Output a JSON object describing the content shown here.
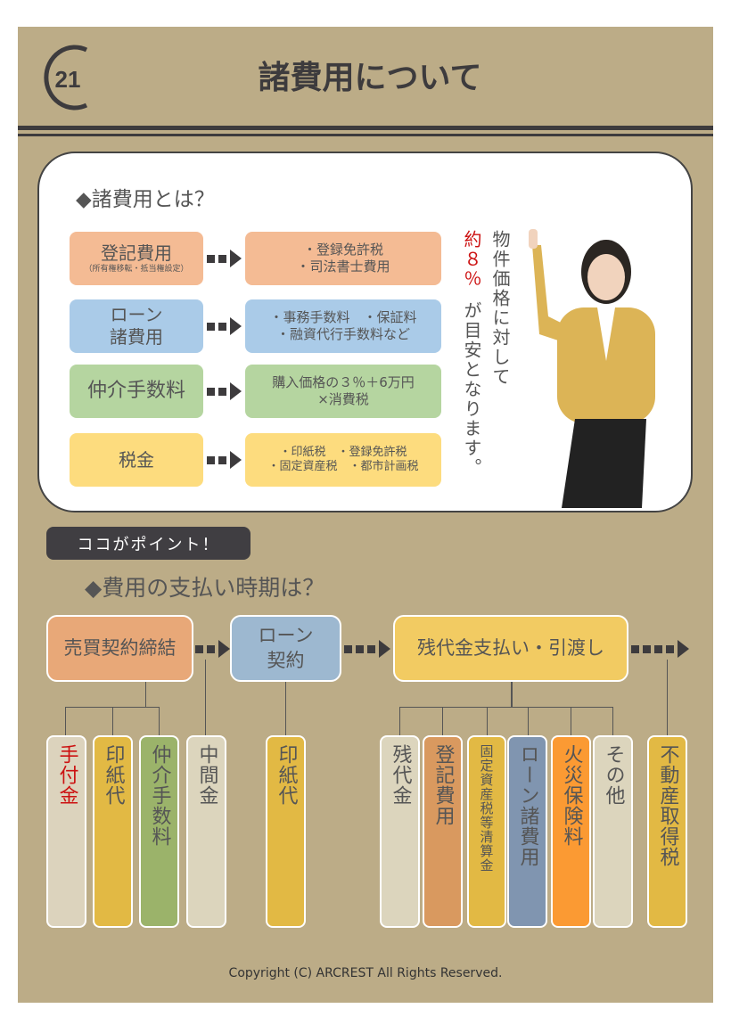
{
  "header": {
    "logo_text": "21",
    "title": "諸費用について"
  },
  "section1": {
    "heading": "◆諸費用とは？",
    "rows": [
      {
        "label": "登記費用",
        "sub": "（所有権移転・抵当権設定）",
        "detail": [
          "・登録免許税",
          "・司法書士費用"
        ],
        "color": "#f4bb94"
      },
      {
        "label": "ローン",
        "sub": "諸費用",
        "detail": [
          "・事務手数料　・保証料",
          "・融資代行手数料など"
        ],
        "color": "#aacbe8"
      },
      {
        "label": "仲介手数料",
        "sub": "",
        "detail": [
          "購入価格の３％＋6万円",
          "×消費税"
        ],
        "color": "#b5d5a0"
      },
      {
        "label": "税金",
        "sub": "",
        "detail": [
          "・印紙税　・登録免許税",
          "・固定資産税　・都市計画税"
        ],
        "color": "#fddc7e"
      }
    ],
    "note_red": "約８％",
    "note_suffix": "が目安となります。",
    "note_col1": "物件価格に対して"
  },
  "point_badge": "ココがポイント！",
  "section2": {
    "heading": "◆費用の支払い時期は？",
    "stages": [
      {
        "label": "売買契約締結",
        "color": "#e8a878"
      },
      {
        "label": "ローン\n契約",
        "color": "#9db8d0"
      },
      {
        "label": "残代金支払い・引渡し",
        "color": "#f2cb62"
      }
    ],
    "items": [
      {
        "label": "手付金",
        "color": "#dcd3bd",
        "text_color": "#cc1111"
      },
      {
        "label": "印紙代",
        "color": "#e2b944"
      },
      {
        "label": "仲介手数料",
        "color": "#9bb36a"
      },
      {
        "label": "中間金",
        "color": "#dcd5bd"
      },
      {
        "label": "印紙代",
        "color": "#e2b944"
      },
      {
        "label": "残代金",
        "color": "#dcd5bd"
      },
      {
        "label": "登記費用",
        "color": "#d9995f"
      },
      {
        "label": "固定資産税等清算金",
        "color": "#e2b944"
      },
      {
        "label": "ローン諸費用",
        "color": "#8095b0"
      },
      {
        "label": "火災保険料",
        "color": "#fb9a33"
      },
      {
        "label": "その他",
        "color": "#dcd5bd"
      },
      {
        "label": "不動産取得税",
        "color": "#e2b944"
      }
    ]
  },
  "footer": {
    "copyright": "Copyright (C) ARCREST All Rights Reserved."
  }
}
